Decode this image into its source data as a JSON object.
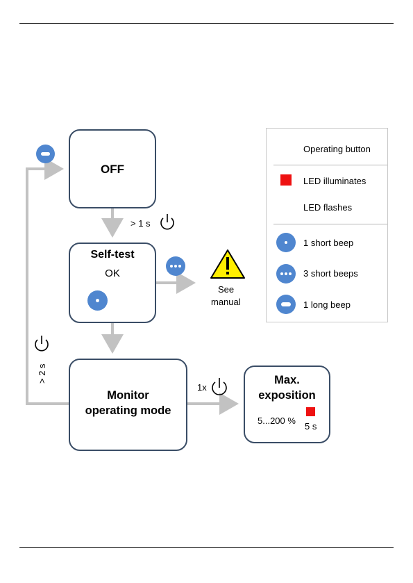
{
  "states": {
    "off": "OFF",
    "selftest_title": "Self-test",
    "selftest_ok": "OK",
    "monitor_line1": "Monitor",
    "monitor_line2": "operating mode",
    "max_line1": "Max.",
    "max_line2": "exposition",
    "max_range": "5...200 %",
    "max_time": "5 s"
  },
  "transitions": {
    "off_to_selftest": "> 1 s",
    "monitor_to_off": "> 2 s",
    "monitor_to_max": "1x",
    "see_manual_line1": "See",
    "see_manual_line2": "manual"
  },
  "legend": [
    {
      "icon": "power-icon",
      "label": "Operating button"
    },
    {
      "icon": "led-red-icon",
      "label": "LED illuminates"
    },
    {
      "icon": "led-flash-icon",
      "label": "LED flashes"
    },
    {
      "icon": "short-beep-icon",
      "label": "1 short beep"
    },
    {
      "icon": "three-beeps-icon",
      "label": "3 short beeps"
    },
    {
      "icon": "long-beep-icon",
      "label": "1 long beep"
    }
  ],
  "colors": {
    "box_border": "#3a4d66",
    "arrow": "#c2c2c2",
    "beep": "#4f86cf",
    "led_red": "#ee1111",
    "led_green": "#22ee44",
    "warning": "#ffee00"
  }
}
